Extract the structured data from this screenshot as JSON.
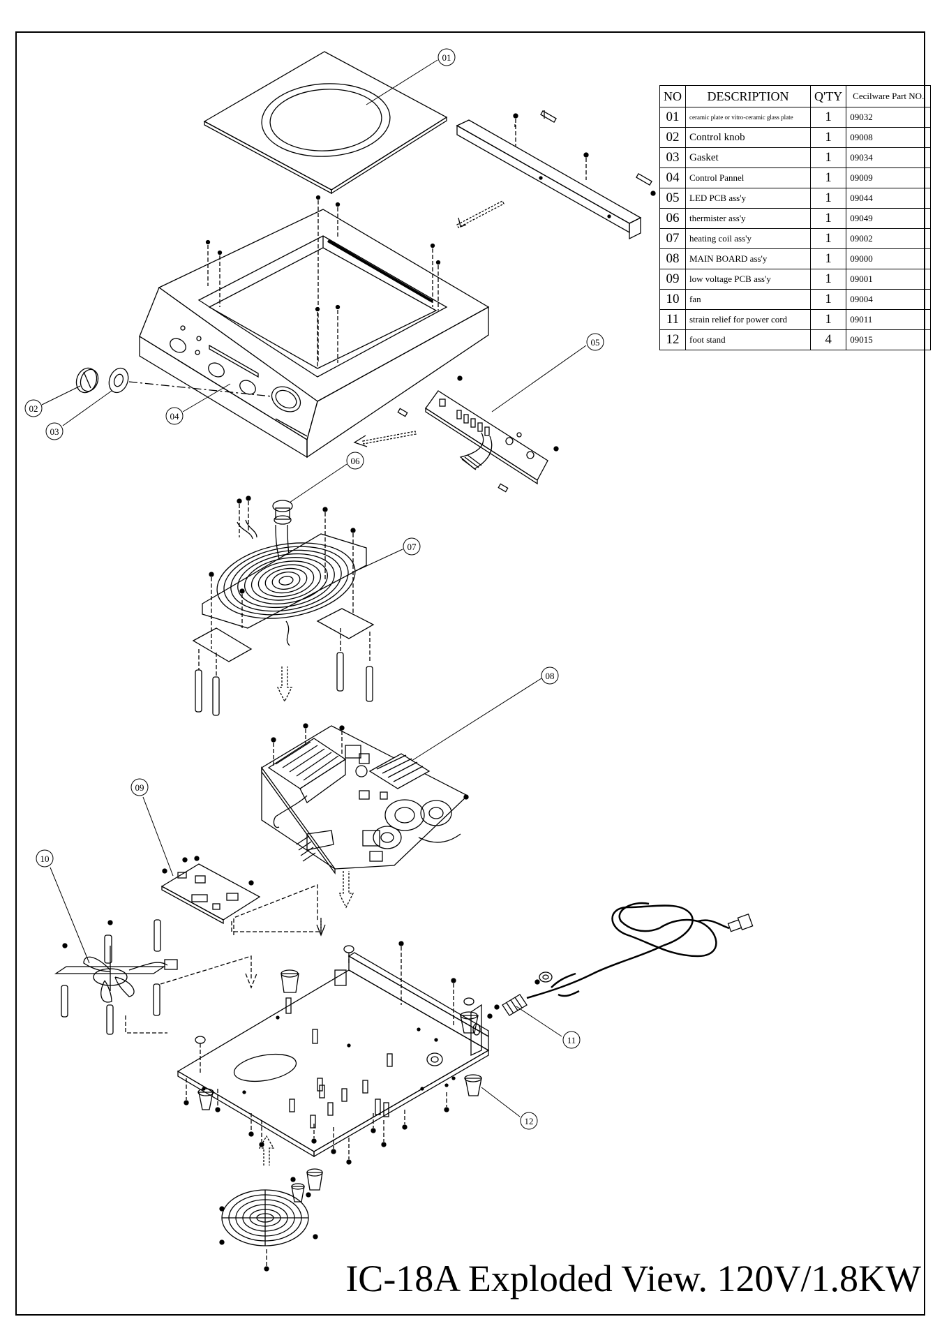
{
  "table": {
    "headers": {
      "no": "NO",
      "description": "DESCRIPTION",
      "qty": "Q'TY",
      "part_no": "Cecilware Part NO."
    },
    "rows": [
      {
        "no": "01",
        "description": "ceramic plate or vitro-ceramic glass plate",
        "qty": "1",
        "part_no": "09032"
      },
      {
        "no": "02",
        "description": "Control knob",
        "qty": "1",
        "part_no": "09008"
      },
      {
        "no": "03",
        "description": "Gasket",
        "qty": "1",
        "part_no": "09034"
      },
      {
        "no": "04",
        "description": "Control Pannel",
        "qty": "1",
        "part_no": "09009"
      },
      {
        "no": "05",
        "description": "LED PCB ass'y",
        "qty": "1",
        "part_no": "09044"
      },
      {
        "no": "06",
        "description": "thermister ass'y",
        "qty": "1",
        "part_no": "09049"
      },
      {
        "no": "07",
        "description": "heating coil ass'y",
        "qty": "1",
        "part_no": "09002"
      },
      {
        "no": "08",
        "description": "MAIN BOARD ass'y",
        "qty": "1",
        "part_no": "09000"
      },
      {
        "no": "09",
        "description": "low voltage PCB ass'y",
        "qty": "1",
        "part_no": "09001"
      },
      {
        "no": "10",
        "description": "fan",
        "qty": "1",
        "part_no": "09004"
      },
      {
        "no": "11",
        "description": "strain relief for power cord",
        "qty": "1",
        "part_no": "09011"
      },
      {
        "no": "12",
        "description": "foot stand",
        "qty": "4",
        "part_no": "09015"
      }
    ]
  },
  "callouts": {
    "c01": "01",
    "c02": "02",
    "c03": "03",
    "c04": "04",
    "c05": "05",
    "c06": "06",
    "c07": "07",
    "c08": "08",
    "c09": "09",
    "c10": "10",
    "c11": "11",
    "c12": "12"
  },
  "title": "IC-18A Exploded View. 120V/1.8KW"
}
